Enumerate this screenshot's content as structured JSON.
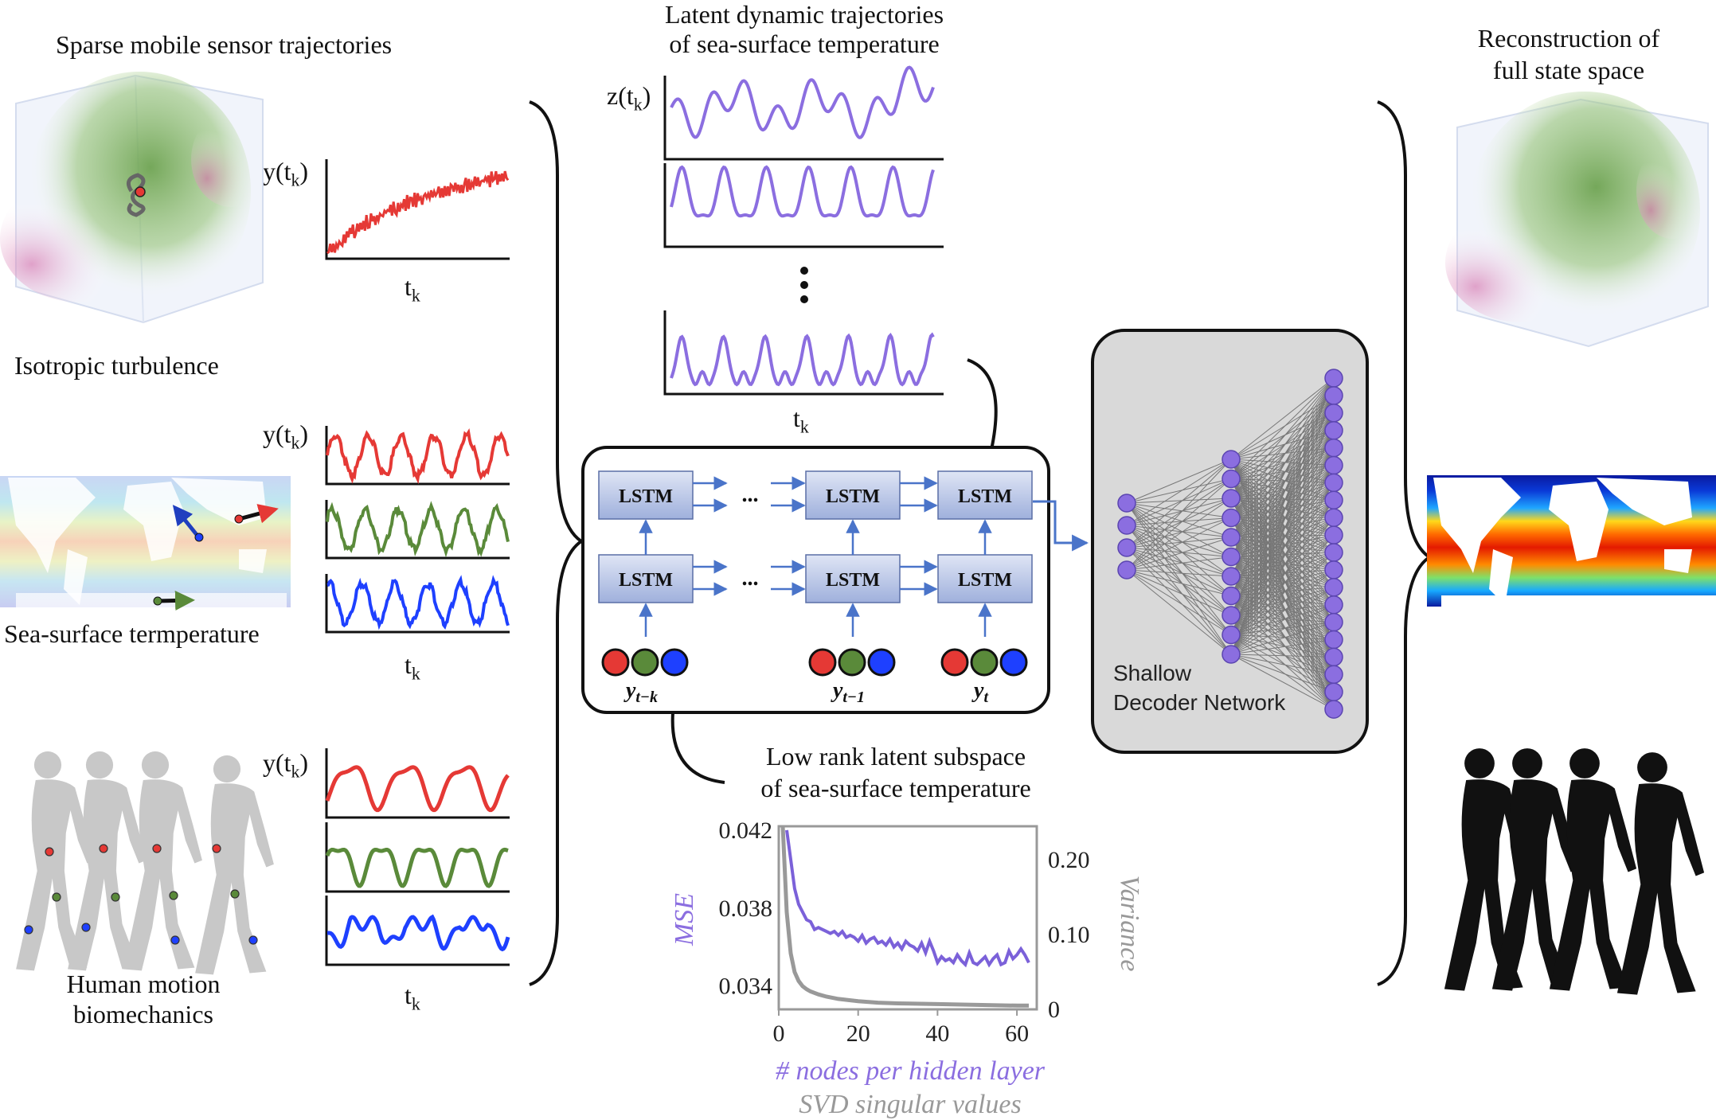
{
  "headings": {
    "left_title": "Sparse mobile sensor trajectories",
    "center_title_line1": "Latent dynamic trajectories",
    "center_title_line2": "of sea-surface temperature",
    "right_title_line1": "Reconstruction of",
    "right_title_line2": "full state space"
  },
  "examples": {
    "turbulence": "Isotropic turbulence",
    "sst": "Sea-surface termperature",
    "human_line1": "Human motion",
    "human_line2": "biomechanics"
  },
  "axis_labels": {
    "y_main": "y(t",
    "y_sub": "k",
    "y_close": ")",
    "z_main": "z(t",
    "z_sub": "k",
    "z_close": ")",
    "t_main": "t",
    "t_sub": "k"
  },
  "network": {
    "lstm_label": "LSTM",
    "ellipsis": "...",
    "input_labels": [
      "y",
      "y",
      "y"
    ],
    "input_subs": [
      "t−k",
      "t−1",
      "t"
    ],
    "decoder_line1": "Shallow",
    "decoder_line2": "Decoder Network",
    "input_colors": [
      "#e53935",
      "#5a8a3a",
      "#1e40ff"
    ]
  },
  "subspace": {
    "title_line1": "Low rank latent subspace",
    "title_line2": "of sea-surface temperature"
  },
  "chart_data": {
    "type": "line",
    "x_ticks": [
      "0",
      "20",
      "40",
      "60"
    ],
    "y_left_ticks": [
      "0.042",
      "0.038",
      "0.034"
    ],
    "y_right_ticks": [
      "0.20",
      "0.10",
      "0"
    ],
    "ylabel_left": "MSE",
    "ylabel_right": "Variance",
    "xlabel": "# nodes per hidden layer",
    "xlabel2": "SVD singular values",
    "xlim": [
      0,
      65
    ],
    "ylim_left": [
      0.0328,
      0.0422
    ],
    "ylim_right": [
      0,
      0.245
    ],
    "series": [
      {
        "name": "# nodes per hidden layer",
        "axis": "left",
        "color": "#7b61d9",
        "x": [
          2,
          3,
          4,
          5,
          6,
          7,
          8,
          9,
          10,
          11,
          12,
          13,
          14,
          15,
          16,
          17,
          18,
          19,
          20,
          21,
          22,
          23,
          24,
          25,
          26,
          27,
          28,
          29,
          30,
          31,
          32,
          33,
          34,
          35,
          36,
          37,
          38,
          39,
          40,
          41,
          42,
          43,
          44,
          45,
          46,
          47,
          48,
          49,
          50,
          51,
          52,
          53,
          54,
          55,
          56,
          57,
          58,
          59,
          60,
          61,
          62,
          63
        ],
        "values": [
          0.042,
          0.0405,
          0.039,
          0.0382,
          0.0378,
          0.0374,
          0.0373,
          0.0369,
          0.037,
          0.0369,
          0.0368,
          0.0367,
          0.0368,
          0.0366,
          0.0368,
          0.0365,
          0.0366,
          0.0365,
          0.0363,
          0.0366,
          0.0362,
          0.0364,
          0.0365,
          0.0362,
          0.0363,
          0.0361,
          0.0364,
          0.036,
          0.0362,
          0.0359,
          0.0363,
          0.0361,
          0.036,
          0.0358,
          0.0362,
          0.0357,
          0.0363,
          0.0358,
          0.0352,
          0.0355,
          0.0353,
          0.0354,
          0.0352,
          0.0356,
          0.0353,
          0.0351,
          0.0357,
          0.0352,
          0.0351,
          0.0353,
          0.0355,
          0.0351,
          0.0354,
          0.0356,
          0.0351,
          0.0352,
          0.0358,
          0.0354,
          0.0356,
          0.0359,
          0.0356,
          0.0352
        ]
      },
      {
        "name": "SVD singular values",
        "axis": "right",
        "color": "#999999",
        "x": [
          1,
          2,
          3,
          4,
          5,
          6,
          7,
          8,
          10,
          12,
          15,
          20,
          25,
          30,
          40,
          50,
          60,
          63
        ],
        "values": [
          0.245,
          0.13,
          0.075,
          0.05,
          0.038,
          0.031,
          0.027,
          0.024,
          0.02,
          0.017,
          0.014,
          0.011,
          0.009,
          0.008,
          0.007,
          0.006,
          0.005,
          0.005
        ]
      }
    ]
  }
}
